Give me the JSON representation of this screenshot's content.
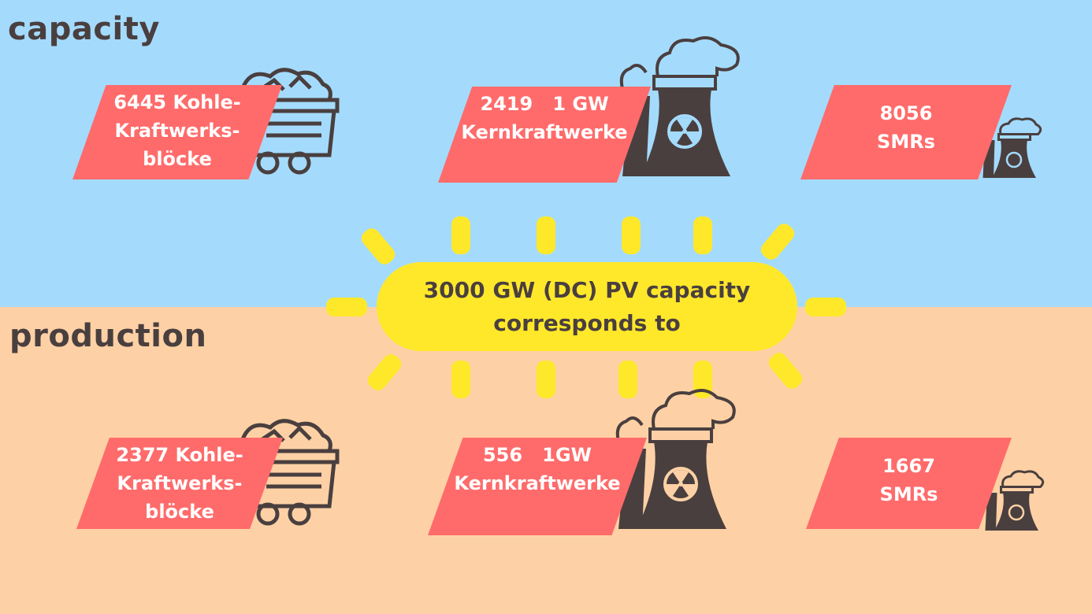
{
  "colors": {
    "top_bg": "#a4dbfd",
    "bottom_bg": "#fdd1a5",
    "card": "#ff6b6b",
    "icon": "#4a3f3f",
    "sun": "#ffe82a"
  },
  "capacity": {
    "title": "capacity",
    "coal": {
      "line1": "6445 Kohle-",
      "line2": "Kraftwerks-",
      "line3": "blöcke"
    },
    "nuclear": {
      "line1": "2419   1 GW",
      "line2": "Kernkraftwerke"
    },
    "smr": {
      "line1": "8056",
      "line2": "SMRs"
    }
  },
  "center": {
    "line1": "3000 GW (DC) PV capacity",
    "line2": "corresponds to"
  },
  "production": {
    "title": "production",
    "coal": {
      "line1": "2377 Kohle-",
      "line2": "Kraftwerks-",
      "line3": "blöcke"
    },
    "nuclear": {
      "line1": "556   1GW",
      "line2": "Kernkraftwerke"
    },
    "smr": {
      "line1": "1667",
      "line2": "SMRs"
    }
  }
}
